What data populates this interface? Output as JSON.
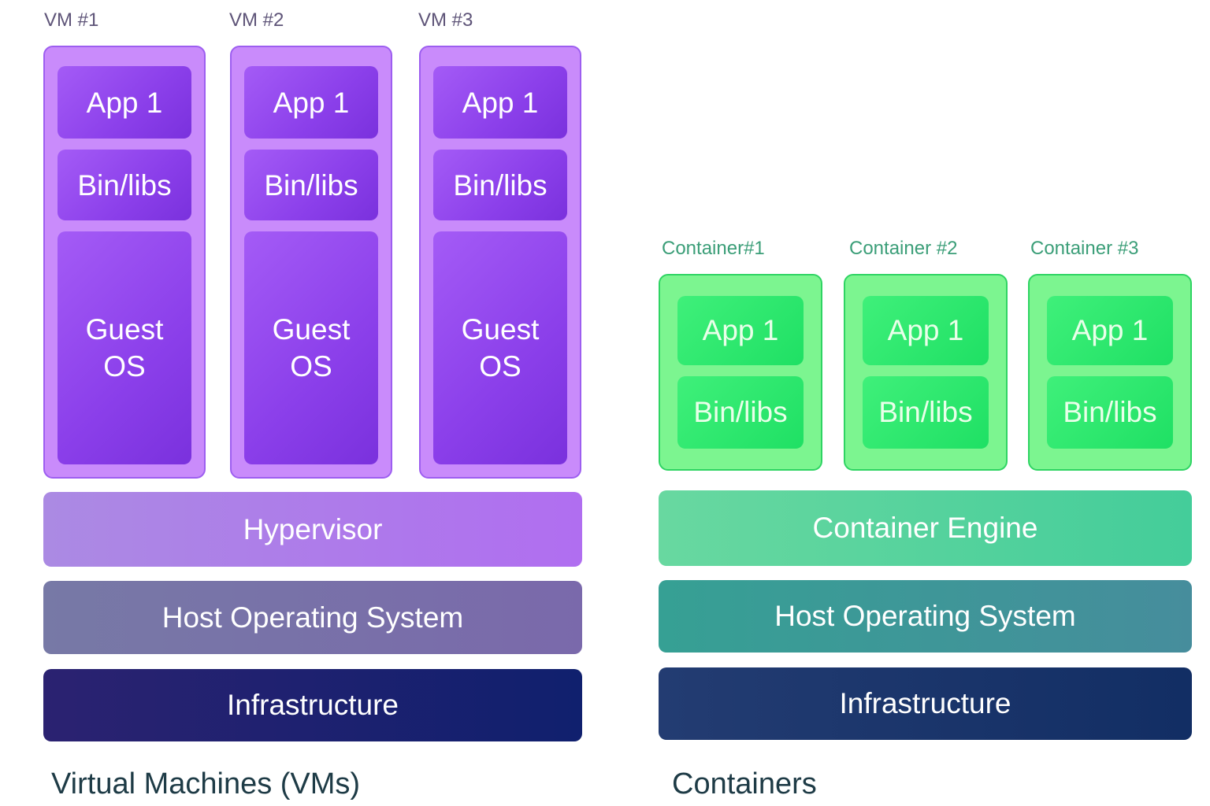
{
  "vm_section": {
    "caption": "Virtual Machines (VMs)",
    "vms": [
      {
        "label": "VM #1",
        "app": "App 1",
        "bin": "Bin/libs",
        "os_line1": "Guest",
        "os_line2": "OS"
      },
      {
        "label": "VM #2",
        "app": "App 1",
        "bin": "Bin/libs",
        "os_line1": "Guest",
        "os_line2": "OS"
      },
      {
        "label": "VM #3",
        "app": "App 1",
        "bin": "Bin/libs",
        "os_line1": "Guest",
        "os_line2": "OS"
      }
    ],
    "layers": {
      "hypervisor": "Hypervisor",
      "host_os": "Host Operating System",
      "infrastructure": "Infrastructure"
    }
  },
  "container_section": {
    "caption": "Containers",
    "containers": [
      {
        "label": "Container#1",
        "app": "App 1",
        "bin": "Bin/libs"
      },
      {
        "label": "Container #2",
        "app": "App 1",
        "bin": "Bin/libs"
      },
      {
        "label": "Container #3",
        "app": "App 1",
        "bin": "Bin/libs"
      }
    ],
    "layers": {
      "engine": "Container Engine",
      "host_os": "Host Operating System",
      "infrastructure": "Infrastructure"
    }
  },
  "colors": {
    "vm_accent": "#8b3fea",
    "container_accent": "#1fe064",
    "infrastructure": "#1b2470"
  }
}
